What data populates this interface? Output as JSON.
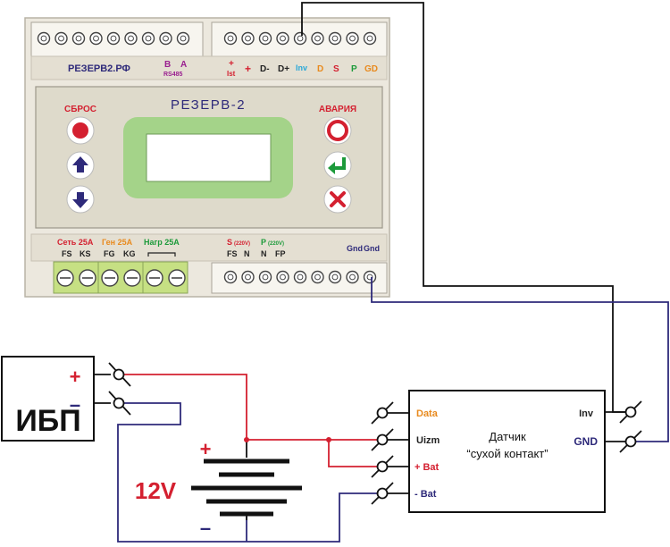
{
  "device": {
    "website": "РЕЗЕРВ2.РФ",
    "rs485_b": "B",
    "rs485_a": "A",
    "rs485_label": "RS485",
    "top_terminals": {
      "plus_ist": "+",
      "ist": "Ist",
      "plus": "+",
      "d_minus": "D-",
      "d_plus": "D+",
      "inv": "Inv",
      "d": "D",
      "s": "S",
      "p": "P",
      "gd": "GD"
    },
    "title": "РЕЗЕРВ-2",
    "reset_label": "СБРОС",
    "alarm_label": "АВАРИЯ",
    "bottom_labels": {
      "grid": "Сеть 25А",
      "gen": "Ген 25А",
      "load": "Нагр 25А",
      "fs": "FS",
      "ks": "KS",
      "fg": "FG",
      "kg": "KG",
      "s": "S",
      "s_220": "(220V)",
      "p": "P",
      "p_220": "(220V)",
      "fs2": "FS",
      "n1": "N",
      "n2": "N",
      "fp": "FP",
      "gnd1": "Gnd",
      "gnd2": "Gnd"
    }
  },
  "ups": {
    "label": "ИБП",
    "plus": "+",
    "minus": "–"
  },
  "battery": {
    "voltage": "12V",
    "plus": "+",
    "minus": "–"
  },
  "sensor": {
    "title_line1": "Датчик",
    "title_line2": "“сухой контакт”",
    "data": "Data",
    "uizm": "Uizm",
    "plus_bat": "+ Bat",
    "minus_bat": "- Bat",
    "inv": "Inv",
    "gnd": "GND"
  },
  "colors": {
    "red": "#d42030",
    "navy": "#2e2a7a",
    "green": "#1c9a3a",
    "orange": "#e88a1e",
    "purple": "#9a2090",
    "cyan": "#2aa8d8",
    "panel": "#e9e4d9",
    "face": "#ddd8c8",
    "lcd": "#a4d389",
    "terminal_green": "#c6e083"
  }
}
